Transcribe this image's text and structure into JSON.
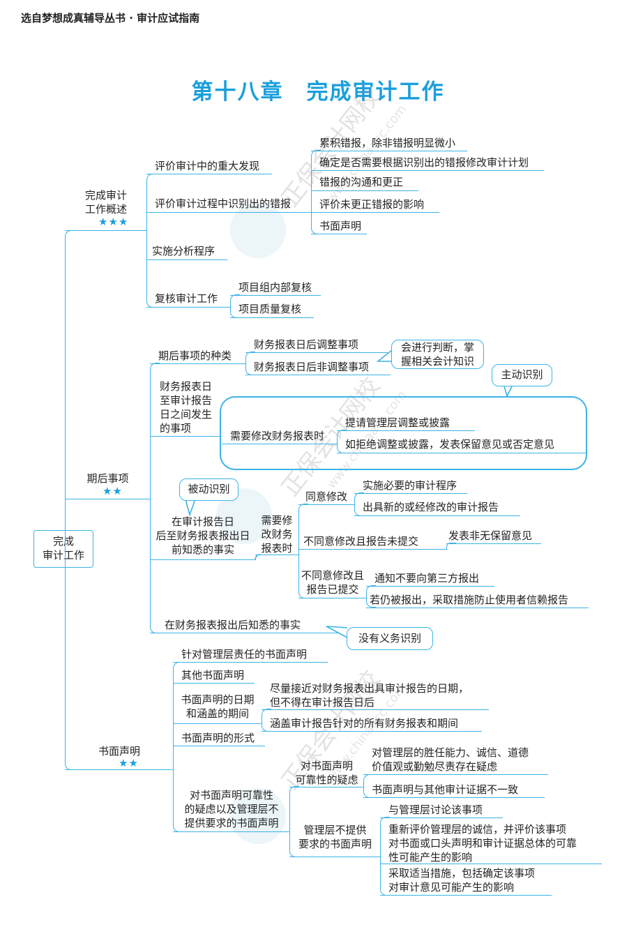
{
  "header": "选自梦想成真辅导丛书 · 审计应试指南",
  "title": "第十八章　完成审计工作",
  "watermark": {
    "name": "正保会计网校",
    "url": "www.chinaacc.com"
  },
  "root": "完成\n审计工作",
  "branch1": {
    "label": "完成审计\n工作概述",
    "stars": "★★★",
    "items": [
      "评价审计中的重大发现",
      "评价审计过程中识别出的错报",
      "实施分析程序",
      "复核审计工作"
    ],
    "misstatements": [
      "累积错报，除非错报明显微小",
      "确定是否需要根据识别出的错报修改审计计划",
      "错报的沟通和更正",
      "评价未更正错报的影响",
      "书面声明"
    ],
    "review": [
      "项目组内部复核",
      "项目质量复核"
    ]
  },
  "branch2": {
    "label": "期后事项",
    "stars": "★★",
    "types": {
      "label": "期后事项的种类",
      "items": [
        "财务报表日后调整事项",
        "财务报表日后非调整事项"
      ],
      "note": "会进行判断，掌\n握相关会计知识"
    },
    "period1": {
      "label": "财务报表日\n至审计报告\n日之间发生\n的事项",
      "callout": "主动识别",
      "condition": "需要修改财务报表时",
      "items": [
        "提请管理层调整或披露",
        "如拒绝调整或披露，发表保留意见或否定意见"
      ]
    },
    "period2": {
      "label": "在审计报告日\n后至财务报表报出日\n前知悉的事实",
      "callout": "被动识别",
      "condition": "需要修\n改财务\n报表时",
      "agree": {
        "label": "同意修改",
        "items": [
          "实施必要的审计程序",
          "出具新的或经修改的审计报告"
        ]
      },
      "disagree_unsubmitted": {
        "label": "不同意修改且报告未提交",
        "items": [
          "发表非无保留意见"
        ]
      },
      "disagree_submitted": {
        "label": "不同意修改且\n报告已提交",
        "items": [
          "通知不要向第三方报出",
          "若仍被报出，采取措施防止使用者信赖报告"
        ]
      }
    },
    "period3": {
      "label": "在财务报表报出后知悉的事实",
      "callout": "没有义务识别"
    }
  },
  "branch3": {
    "label": "书面声明",
    "stars": "★★",
    "items": [
      "针对管理层责任的书面声明",
      "其他书面声明",
      "书面声明的日期\n和涵盖的期间",
      "书面声明的形式",
      "对书面声明可靠性\n的疑虑以及管理层不\n提供要求的书面声明"
    ],
    "date_items": [
      "尽量接近对财务报表出具审计报告的日期，\n但不得在审计报告日后",
      "涵盖审计报告针对的所有财务报表和期间"
    ],
    "doubt": {
      "label": "对书面声明\n可靠性的疑虑",
      "items": [
        "对管理层的胜任能力、诚信、道德\n价值观或勤勉尽责存在疑虑",
        "书面声明与其他审计证据不一致"
      ]
    },
    "not_provided": {
      "label": "管理层不提供\n要求的书面声明",
      "items": [
        "与管理层讨论该事项",
        "重新评价管理层的诚信，并评价该事项\n对书面或口头声明和审计证据总体的可靠\n性可能产生的影响",
        "采取适当措施，包括确定该事项\n对审计意见可能产生的影响"
      ]
    }
  }
}
